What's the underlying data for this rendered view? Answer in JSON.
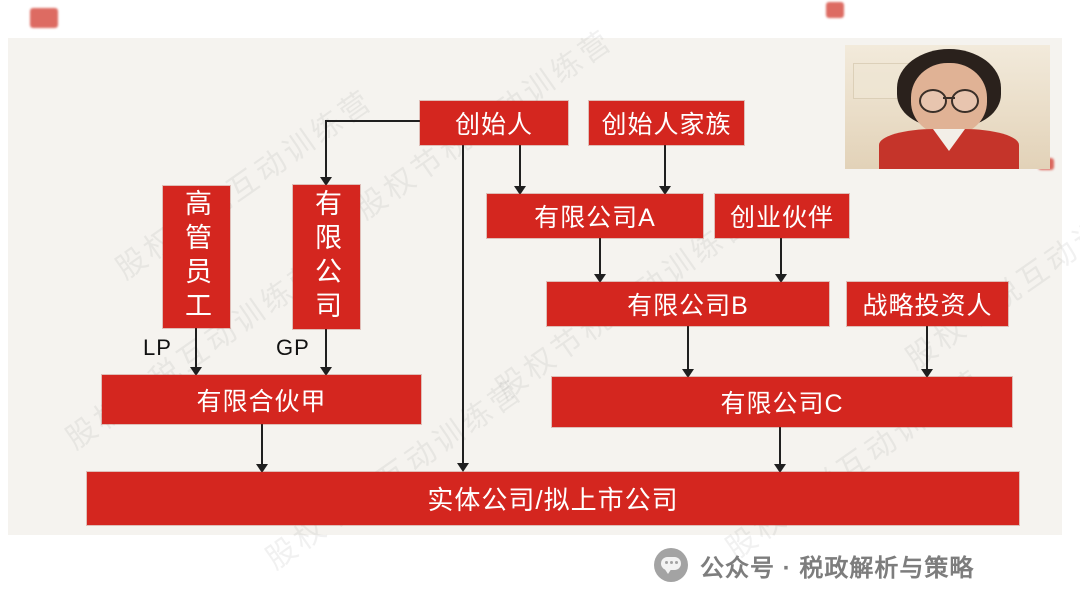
{
  "page": {
    "watermark_text": "股权节税互动训练营",
    "footer": {
      "brand_text": "公众号 · 税政解析与策略"
    }
  },
  "diagram": {
    "nodes": {
      "founder": "创始人",
      "founder_family": "创始人家族",
      "exec_employees": "高管员工",
      "limited_company": "有限公司",
      "company_a": "有限公司A",
      "startup_partners": "创业伙伴",
      "company_b": "有限公司B",
      "strategic_investors": "战略投资人",
      "limited_partnership_jia": "有限合伙甲",
      "company_c": "有限公司C",
      "entity_company": "实体公司/拟上市公司"
    },
    "labels": {
      "lp": "LP",
      "gp": "GP"
    },
    "colors": {
      "node_bg": "#d4261f",
      "node_text": "#ffffff",
      "line": "#1f1f1f"
    }
  }
}
